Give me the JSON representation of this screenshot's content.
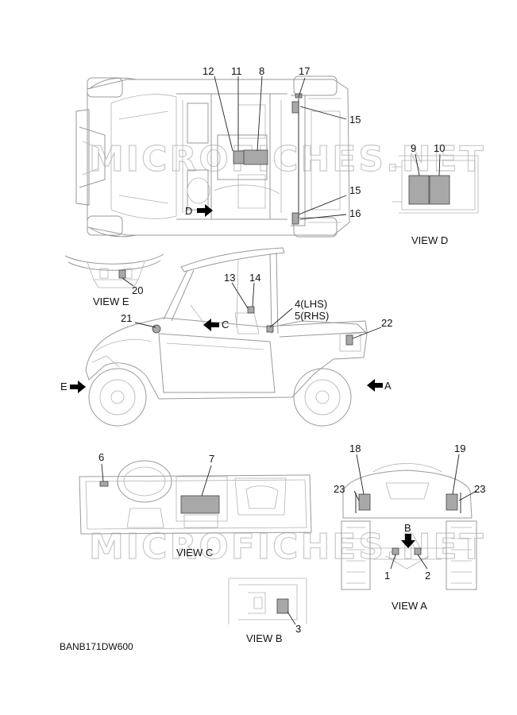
{
  "callouts": {
    "c12": "12",
    "c11": "11",
    "c8": "8",
    "c17": "17",
    "c15a": "15",
    "c15b": "15",
    "c16": "16",
    "c9": "9",
    "c10": "10",
    "c20": "20",
    "c13": "13",
    "c14": "14",
    "c4": "4(LHS)",
    "c5": "5(RHS)",
    "c21": "21",
    "c22": "22",
    "c6": "6",
    "c7": "7",
    "c18": "18",
    "c19": "19",
    "c23a": "23",
    "c23b": "23",
    "c1": "1",
    "c2": "2",
    "c3": "3"
  },
  "arrows": {
    "d": "D",
    "c": "C",
    "e": "E",
    "a": "A",
    "b": "B"
  },
  "views": {
    "d": "VIEW D",
    "e": "VIEW E",
    "c": "VIEW C",
    "a": "VIEW A",
    "b": "VIEW B"
  },
  "diagram_code": "BANB171DW600",
  "watermark": "MICROFICHES.NET"
}
